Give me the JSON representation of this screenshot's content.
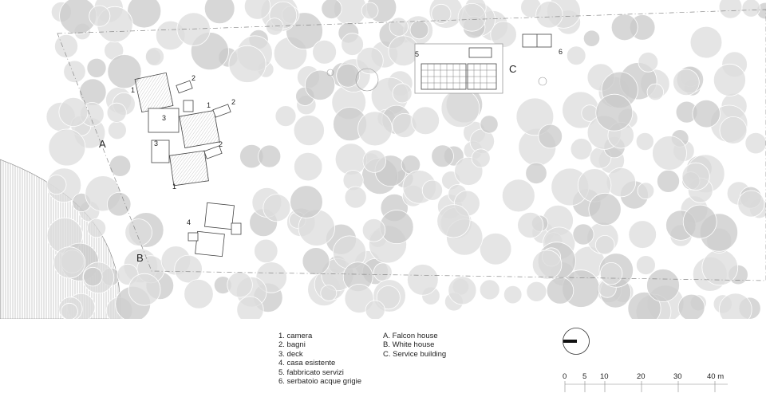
{
  "plan": {
    "building_numbers": {
      "camera": "1",
      "bagni": "2",
      "deck": "3",
      "casa_esistente": "4",
      "fabbricato_servizi": "5",
      "serbatoio": "6"
    },
    "zone_letters": {
      "falcon": "A",
      "white": "B",
      "service": "C"
    }
  },
  "legend": {
    "numbered": [
      "1. camera",
      "2. bagni",
      "3. deck",
      "4. casa esistente",
      "5. fabbricato servizi",
      "6. serbatoio acque grigie"
    ],
    "lettered": [
      "A. Falcon house",
      "B. White house",
      "C. Service building"
    ]
  },
  "scale_bar": {
    "ticks": [
      "0",
      "5",
      "10",
      "20",
      "30",
      "40 m"
    ]
  },
  "colors": {
    "tree_fill": "#dcdcdc",
    "tree_fill_dark": "#c9c9c9",
    "line": "#444444",
    "boundary": "#888888"
  }
}
